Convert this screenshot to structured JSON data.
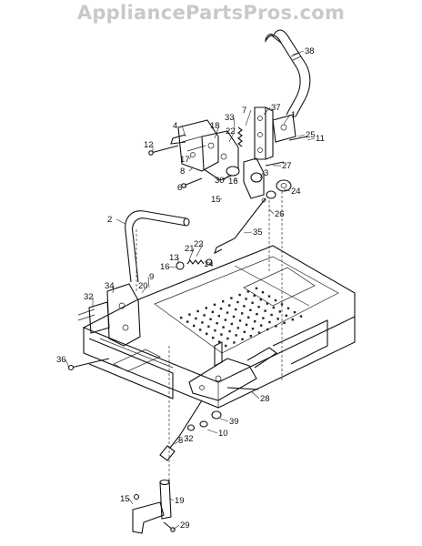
{
  "watermark": "AppliancePartsPros.com",
  "callouts": [
    {
      "id": "c38",
      "text": "38"
    },
    {
      "id": "c37",
      "text": "37"
    },
    {
      "id": "c1a",
      "text": "1"
    },
    {
      "id": "c4",
      "text": "4"
    },
    {
      "id": "c18",
      "text": "18"
    },
    {
      "id": "c33",
      "text": "33"
    },
    {
      "id": "c7",
      "text": "7"
    },
    {
      "id": "c22a",
      "text": "22"
    },
    {
      "id": "c25",
      "text": "25"
    },
    {
      "id": "c11",
      "text": "11"
    },
    {
      "id": "c12",
      "text": "12"
    },
    {
      "id": "c17",
      "text": "17"
    },
    {
      "id": "c8",
      "text": "8"
    },
    {
      "id": "c6",
      "text": "6"
    },
    {
      "id": "c27",
      "text": "27"
    },
    {
      "id": "c3",
      "text": "3"
    },
    {
      "id": "c30",
      "text": "30"
    },
    {
      "id": "c16a",
      "text": "16"
    },
    {
      "id": "c24",
      "text": "24"
    },
    {
      "id": "c15a",
      "text": "15"
    },
    {
      "id": "c26",
      "text": "26"
    },
    {
      "id": "c2",
      "text": "2"
    },
    {
      "id": "c35",
      "text": "35"
    },
    {
      "id": "c22b",
      "text": "22"
    },
    {
      "id": "c21",
      "text": "21"
    },
    {
      "id": "c13",
      "text": "13"
    },
    {
      "id": "c16b",
      "text": "16"
    },
    {
      "id": "c14",
      "text": "14"
    },
    {
      "id": "c9",
      "text": "9"
    },
    {
      "id": "c20",
      "text": "20"
    },
    {
      "id": "c34",
      "text": "34"
    },
    {
      "id": "c32a",
      "text": "32"
    },
    {
      "id": "c36",
      "text": "36"
    },
    {
      "id": "c28",
      "text": "28"
    },
    {
      "id": "c39",
      "text": "39"
    },
    {
      "id": "c10",
      "text": "10"
    },
    {
      "id": "c32b",
      "text": "32"
    },
    {
      "id": "c5",
      "text": "5"
    },
    {
      "id": "c15b",
      "text": "15"
    },
    {
      "id": "c19",
      "text": "19"
    },
    {
      "id": "c29",
      "text": "29"
    }
  ]
}
